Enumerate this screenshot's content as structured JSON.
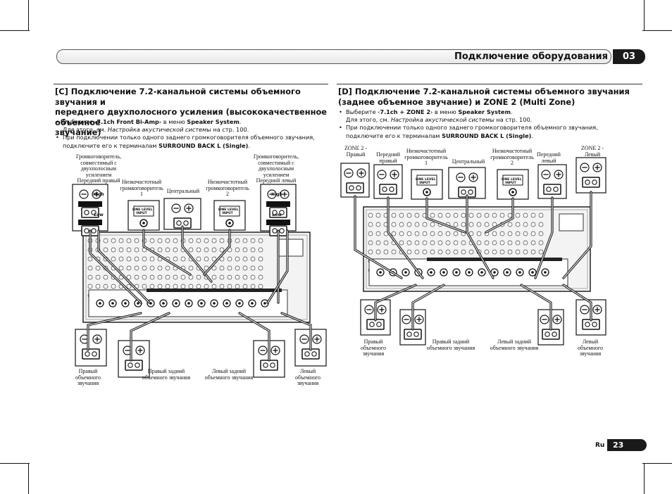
{
  "header": {
    "title": "Подключение оборудования",
    "chapter": "03"
  },
  "section_c": {
    "title_l1": "[C] Подключение 7.2-канальной системы объемного звучания и",
    "title_l2": "переднего двухполосного усиления (высококачественное объемное",
    "title_l3": "звучание)",
    "b1_a": "Выберите ‹",
    "b1_b": "7.1ch Front Bi-Amp",
    "b1_c": "› в меню ",
    "b1_d": "Speaker System",
    "b1_e": ".",
    "b1_f": "Для этого, см. ",
    "b1_g": "Настройка акустической системы",
    "b1_h": " на стр. 100.",
    "b2_a": "При подключении только одного заднего громкоговорителя объемного звучания,",
    "b2_b": "подключите его к терминалам ",
    "b2_c": "SURROUND BACK L (Single)",
    "b2_d": ".",
    "labels": {
      "fr_1": "Громкоговоритель,",
      "fr_2": "совместимый с",
      "fr_3": "двухполосным",
      "fr_4": "усилением",
      "fr_5": "Передний правый",
      "sw1_1": "Низкочастотный",
      "sw1_2": "громкоговоритель",
      "sw1_3": "1",
      "center": "Центральный",
      "sw2_1": "Низкочастотный",
      "sw2_2": "громкоговоритель",
      "sw2_3": "2",
      "fl_1": "Громкоговоритель,",
      "fl_2": "совместимый с",
      "fl_3": "двухполосным",
      "fl_4": "усилением",
      "fl_5": "Передний левый",
      "high": "High",
      "low": "Low",
      "line_level": "LINE LEVEL",
      "input": "INPUT",
      "rs_1": "Правый",
      "rs_2": "объемного",
      "rs_3": "звучания",
      "rsb_1": "Правый задний",
      "rsb_2": "объемного звучания",
      "lsb_1": "Левый задний",
      "lsb_2": "объемного звучания",
      "ls_1": "Левый",
      "ls_2": "объемного",
      "ls_3": "звучания"
    }
  },
  "section_d": {
    "title_l1": "[D] Подключение 7.2-канальной системы объемного звучания",
    "title_l2": "(заднее объемное звучание) и ZONE 2 (Multi Zone)",
    "b1_a": "Выберите ‹",
    "b1_b": "7.1ch + ZONE 2",
    "b1_c": "› в меню ",
    "b1_d": "Speaker System",
    "b1_e": ".",
    "b1_f": "Для этого, см. ",
    "b1_g": "Настройка акустической системы",
    "b1_h": " на стр. 100.",
    "b2_a": "При подключении только одного заднего громкоговорителя объемного звучания,",
    "b2_b": "подключите его к терминалам ",
    "b2_c": "SURROUND BACK L (Single)",
    "b2_d": ".",
    "labels": {
      "z2r_1": "ZONE 2 -",
      "z2r_2": "Правый",
      "fr_1": "Передний",
      "fr_2": "правый",
      "sw1_1": "Низкочастотный",
      "sw1_2": "громкоговоритель",
      "sw1_3": "1",
      "center": "Центральный",
      "sw2_1": "Низкочастотный",
      "sw2_2": "громкоговоритель",
      "sw2_3": "2",
      "fl_1": "Передний",
      "fl_2": "левый",
      "z2l_1": "ZONE 2 -",
      "z2l_2": "Левый",
      "line_level": "LINE LEVEL",
      "input": "INPUT",
      "rs_1": "Правый",
      "rs_2": "объемного",
      "rs_3": "звучания",
      "rsb_1": "Правый задний",
      "rsb_2": "объемного звучания",
      "lsb_1": "Левый задний",
      "lsb_2": "объемного звучания",
      "ls_1": "Левый",
      "ls_2": "объемного",
      "ls_3": "звучания"
    }
  },
  "footer": {
    "lang": "Ru",
    "page": "23"
  }
}
